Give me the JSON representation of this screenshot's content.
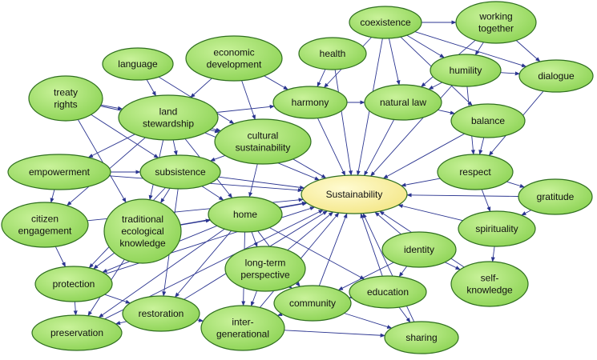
{
  "colors": {
    "node_fill": "#a6e36c",
    "node_stroke": "#2f6f1f",
    "center_fill": "#fbf2a0",
    "center_stroke": "#b9a829",
    "edge": "#2b3590"
  },
  "center": {
    "id": "sustainability",
    "label": "Sustainability"
  },
  "nodes": [
    {
      "id": "coexistence",
      "lines": [
        "coexistence"
      ]
    },
    {
      "id": "working_together",
      "lines": [
        "working",
        "together"
      ]
    },
    {
      "id": "language",
      "lines": [
        "language"
      ]
    },
    {
      "id": "economic_development",
      "lines": [
        "economic",
        "development"
      ]
    },
    {
      "id": "health",
      "lines": [
        "health"
      ]
    },
    {
      "id": "humility",
      "lines": [
        "humility"
      ]
    },
    {
      "id": "dialogue",
      "lines": [
        "dialogue"
      ]
    },
    {
      "id": "treaty_rights",
      "lines": [
        "treaty",
        "rights"
      ]
    },
    {
      "id": "land_stewardship",
      "lines": [
        "land",
        "stewardship"
      ]
    },
    {
      "id": "harmony",
      "lines": [
        "harmony"
      ]
    },
    {
      "id": "natural_law",
      "lines": [
        "natural law"
      ]
    },
    {
      "id": "balance",
      "lines": [
        "balance"
      ]
    },
    {
      "id": "cultural_sustainability",
      "lines": [
        "cultural",
        "sustainability"
      ]
    },
    {
      "id": "empowerment",
      "lines": [
        "empowerment"
      ]
    },
    {
      "id": "subsistence",
      "lines": [
        "subsistence"
      ]
    },
    {
      "id": "respect",
      "lines": [
        "respect"
      ]
    },
    {
      "id": "gratitude",
      "lines": [
        "gratitude"
      ]
    },
    {
      "id": "citizen_engagement",
      "lines": [
        "citizen",
        "engagement"
      ]
    },
    {
      "id": "traditional_ecological_knowledge",
      "lines": [
        "traditional",
        "ecological",
        "knowledge"
      ]
    },
    {
      "id": "home",
      "lines": [
        "home"
      ]
    },
    {
      "id": "spirituality",
      "lines": [
        "spirituality"
      ]
    },
    {
      "id": "identity",
      "lines": [
        "identity"
      ]
    },
    {
      "id": "long_term_perspective",
      "lines": [
        "long-term",
        "perspective"
      ]
    },
    {
      "id": "self_knowledge",
      "lines": [
        "self-",
        "knowledge"
      ]
    },
    {
      "id": "protection",
      "lines": [
        "protection"
      ]
    },
    {
      "id": "education",
      "lines": [
        "education"
      ]
    },
    {
      "id": "community",
      "lines": [
        "community"
      ]
    },
    {
      "id": "restoration",
      "lines": [
        "restoration"
      ]
    },
    {
      "id": "inter_generational",
      "lines": [
        "inter-",
        "generational"
      ]
    },
    {
      "id": "preservation",
      "lines": [
        "preservation"
      ]
    },
    {
      "id": "sharing",
      "lines": [
        "sharing"
      ]
    }
  ],
  "edges": [
    [
      "coexistence",
      "working_together"
    ],
    [
      "coexistence",
      "humility"
    ],
    [
      "coexistence",
      "dialogue"
    ],
    [
      "coexistence",
      "harmony"
    ],
    [
      "coexistence",
      "natural_law"
    ],
    [
      "coexistence",
      "balance"
    ],
    [
      "coexistence",
      "sustainability"
    ],
    [
      "working_together",
      "humility"
    ],
    [
      "working_together",
      "dialogue"
    ],
    [
      "working_together",
      "natural_law"
    ],
    [
      "language",
      "cultural_sustainability"
    ],
    [
      "language",
      "land_stewardship"
    ],
    [
      "economic_development",
      "harmony"
    ],
    [
      "economic_development",
      "cultural_sustainability"
    ],
    [
      "economic_development",
      "land_stewardship"
    ],
    [
      "health",
      "harmony"
    ],
    [
      "health",
      "sustainability"
    ],
    [
      "humility",
      "dialogue"
    ],
    [
      "humility",
      "natural_law"
    ],
    [
      "humility",
      "respect"
    ],
    [
      "humility",
      "sustainability"
    ],
    [
      "dialogue",
      "respect"
    ],
    [
      "treaty_rights",
      "land_stewardship"
    ],
    [
      "treaty_rights",
      "cultural_sustainability"
    ],
    [
      "treaty_rights",
      "subsistence"
    ],
    [
      "treaty_rights",
      "traditional_ecological_knowledge"
    ],
    [
      "land_stewardship",
      "harmony"
    ],
    [
      "land_stewardship",
      "cultural_sustainability"
    ],
    [
      "land_stewardship",
      "subsistence"
    ],
    [
      "land_stewardship",
      "traditional_ecological_knowledge"
    ],
    [
      "land_stewardship",
      "home"
    ],
    [
      "land_stewardship",
      "sustainability"
    ],
    [
      "land_stewardship",
      "empowerment"
    ],
    [
      "land_stewardship",
      "citizen_engagement"
    ],
    [
      "harmony",
      "natural_law"
    ],
    [
      "harmony",
      "sustainability"
    ],
    [
      "natural_law",
      "balance"
    ],
    [
      "natural_law",
      "sustainability"
    ],
    [
      "balance",
      "sustainability"
    ],
    [
      "balance",
      "respect"
    ],
    [
      "cultural_sustainability",
      "subsistence"
    ],
    [
      "cultural_sustainability",
      "sustainability"
    ],
    [
      "cultural_sustainability",
      "home"
    ],
    [
      "empowerment",
      "subsistence"
    ],
    [
      "empowerment",
      "sustainability"
    ],
    [
      "empowerment",
      "citizen_engagement"
    ],
    [
      "subsistence",
      "sustainability"
    ],
    [
      "subsistence",
      "home"
    ],
    [
      "subsistence",
      "traditional_ecological_knowledge"
    ],
    [
      "subsistence",
      "restoration"
    ],
    [
      "subsistence",
      "protection"
    ],
    [
      "respect",
      "sustainability"
    ],
    [
      "respect",
      "gratitude"
    ],
    [
      "respect",
      "spirituality"
    ],
    [
      "gratitude",
      "sustainability"
    ],
    [
      "gratitude",
      "spirituality"
    ],
    [
      "citizen_engagement",
      "protection"
    ],
    [
      "citizen_engagement",
      "sustainability"
    ],
    [
      "traditional_ecological_knowledge",
      "sustainability"
    ],
    [
      "traditional_ecological_knowledge",
      "home"
    ],
    [
      "traditional_ecological_knowledge",
      "protection"
    ],
    [
      "traditional_ecological_knowledge",
      "preservation"
    ],
    [
      "home",
      "sustainability"
    ],
    [
      "home",
      "restoration"
    ],
    [
      "home",
      "inter_generational"
    ],
    [
      "home",
      "long_term_perspective"
    ],
    [
      "home",
      "community"
    ],
    [
      "home",
      "education"
    ],
    [
      "home",
      "protection"
    ],
    [
      "home",
      "preservation"
    ],
    [
      "spirituality",
      "sustainability"
    ],
    [
      "spirituality",
      "self_knowledge"
    ],
    [
      "identity",
      "sustainability"
    ],
    [
      "identity",
      "self_knowledge"
    ],
    [
      "identity",
      "community"
    ],
    [
      "identity",
      "education"
    ],
    [
      "long_term_perspective",
      "sustainability"
    ],
    [
      "long_term_perspective",
      "inter_generational"
    ],
    [
      "long_term_perspective",
      "community"
    ],
    [
      "self_knowledge",
      "sustainability"
    ],
    [
      "protection",
      "preservation"
    ],
    [
      "protection",
      "restoration"
    ],
    [
      "protection",
      "sustainability"
    ],
    [
      "education",
      "sustainability"
    ],
    [
      "education",
      "sharing"
    ],
    [
      "education",
      "community"
    ],
    [
      "community",
      "sustainability"
    ],
    [
      "community",
      "inter_generational"
    ],
    [
      "community",
      "sharing"
    ],
    [
      "restoration",
      "sustainability"
    ],
    [
      "restoration",
      "preservation"
    ],
    [
      "restoration",
      "inter_generational"
    ],
    [
      "inter_generational",
      "sustainability"
    ],
    [
      "inter_generational",
      "sharing"
    ],
    [
      "preservation",
      "sustainability"
    ],
    [
      "sharing",
      "sustainability"
    ]
  ]
}
